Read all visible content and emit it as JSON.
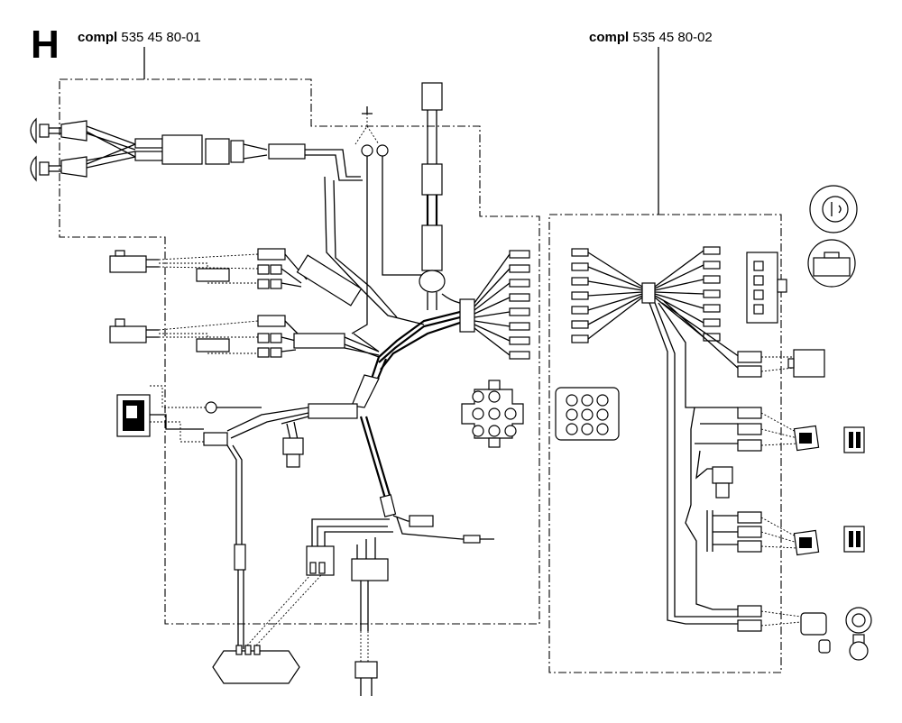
{
  "section_letter": "H",
  "assemblies": [
    {
      "prefix": "compl",
      "part_number": "535 45 80-01"
    },
    {
      "prefix": "compl",
      "part_number": "535 45 80-02"
    }
  ]
}
